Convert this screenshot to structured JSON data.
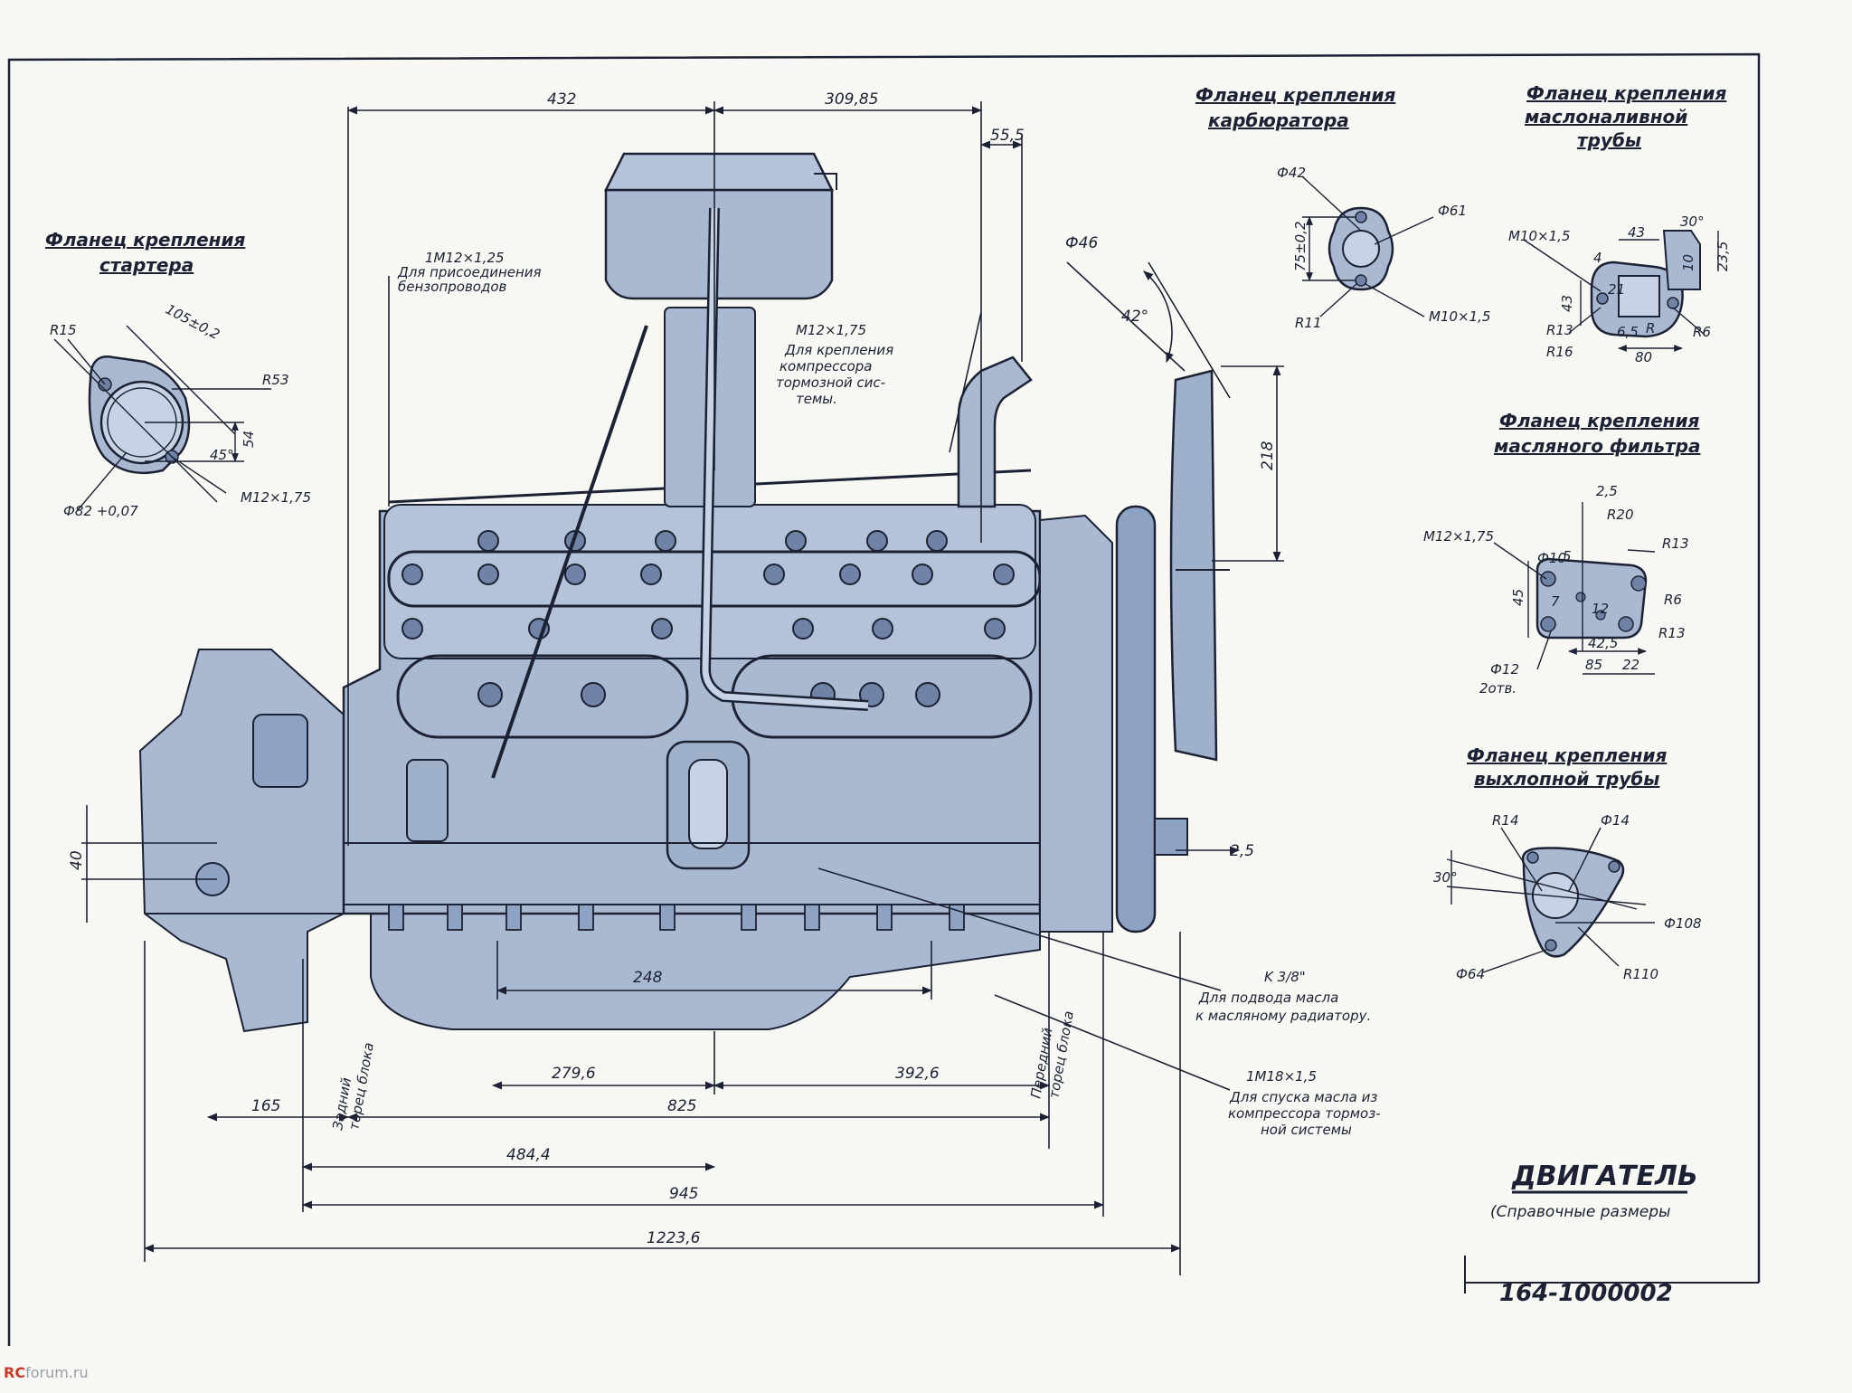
{
  "colors": {
    "engine_fill": "#a9b9d2",
    "engine_dark": "#6f83a6",
    "line": "#1c2233",
    "paper": "#f7f7f4"
  },
  "sheet": {
    "title": "ДВИГАТЕЛЬ",
    "subtitle": "(Справочные размеры",
    "doc_number": "164-1000002"
  },
  "flanges": {
    "starter": {
      "title_1": "Фланец крепления",
      "title_2": "стартера",
      "dims": [
        "R15",
        "105±0,2",
        "R53",
        "54",
        "45°",
        "M12×1,75",
        "Ф82 +0,07"
      ]
    },
    "carburetor": {
      "title_1": "Фланец крепления",
      "title_2": "карбюратора",
      "dims": [
        "Ф42",
        "Ф61",
        "75±0,2",
        "R11",
        "M10×1,5"
      ]
    },
    "oil_fill": {
      "title_1": "Фланец крепления",
      "title_2": "маслоналивной",
      "title_3": "трубы",
      "dims": [
        "M10×1,5",
        "43",
        "30°",
        "4",
        "10",
        "23,5",
        "43",
        "21",
        "R13",
        "6,5",
        "R",
        "R6",
        "R16",
        "80"
      ]
    },
    "oil_filter": {
      "title_1": "Фланец крепления",
      "title_2": "масляного фильтра",
      "dims": [
        "2,5",
        "R20",
        "M12×1,75",
        "Ф10",
        "R13",
        "5",
        "R6",
        "45",
        "7",
        "12",
        "R13",
        "42,5",
        "Ф12",
        "2отв.",
        "85",
        "22"
      ]
    },
    "exhaust": {
      "title_1": "Фланец крепления",
      "title_2": "выхлопной трубы",
      "dims": [
        "R14",
        "Ф14",
        "30°",
        "Ф108",
        "Ф64",
        "R110"
      ]
    }
  },
  "main_view": {
    "dims": {
      "d432": "432",
      "d309": "309,85",
      "d55": "55,5",
      "d46": "Ф46",
      "d42": "42°",
      "d218": "218",
      "d40": "40",
      "d25": "2,5",
      "d248": "248",
      "d2796": "279,6",
      "d3926": "392,6",
      "d165": "165",
      "d825": "825",
      "d4844": "484,4",
      "d945": "945",
      "d12236": "1223,6"
    },
    "notes": {
      "fuel_1": "1M12×1,25",
      "fuel_2": "Для присоединения",
      "fuel_3": "бензопроводов",
      "comp_1": "M12×1,75",
      "comp_2": "Для крепления",
      "comp_3": "компрессора",
      "comp_4": "тормозной сис-",
      "comp_5": "темы.",
      "oil_1": "K 3/8\"",
      "oil_2": "Для подвода масла",
      "oil_3": "к масляному радиатору.",
      "drain_1": "1M18×1,5",
      "drain_2": "Для спуска масла из",
      "drain_3": "компрессора тормоз-",
      "drain_4": "ной системы",
      "rear_1": "Задний",
      "rear_2": "торец блока",
      "front_1": "Передний",
      "front_2": "торец блока"
    }
  },
  "watermark": {
    "brand": "RC",
    "domain": "forum.ru"
  }
}
